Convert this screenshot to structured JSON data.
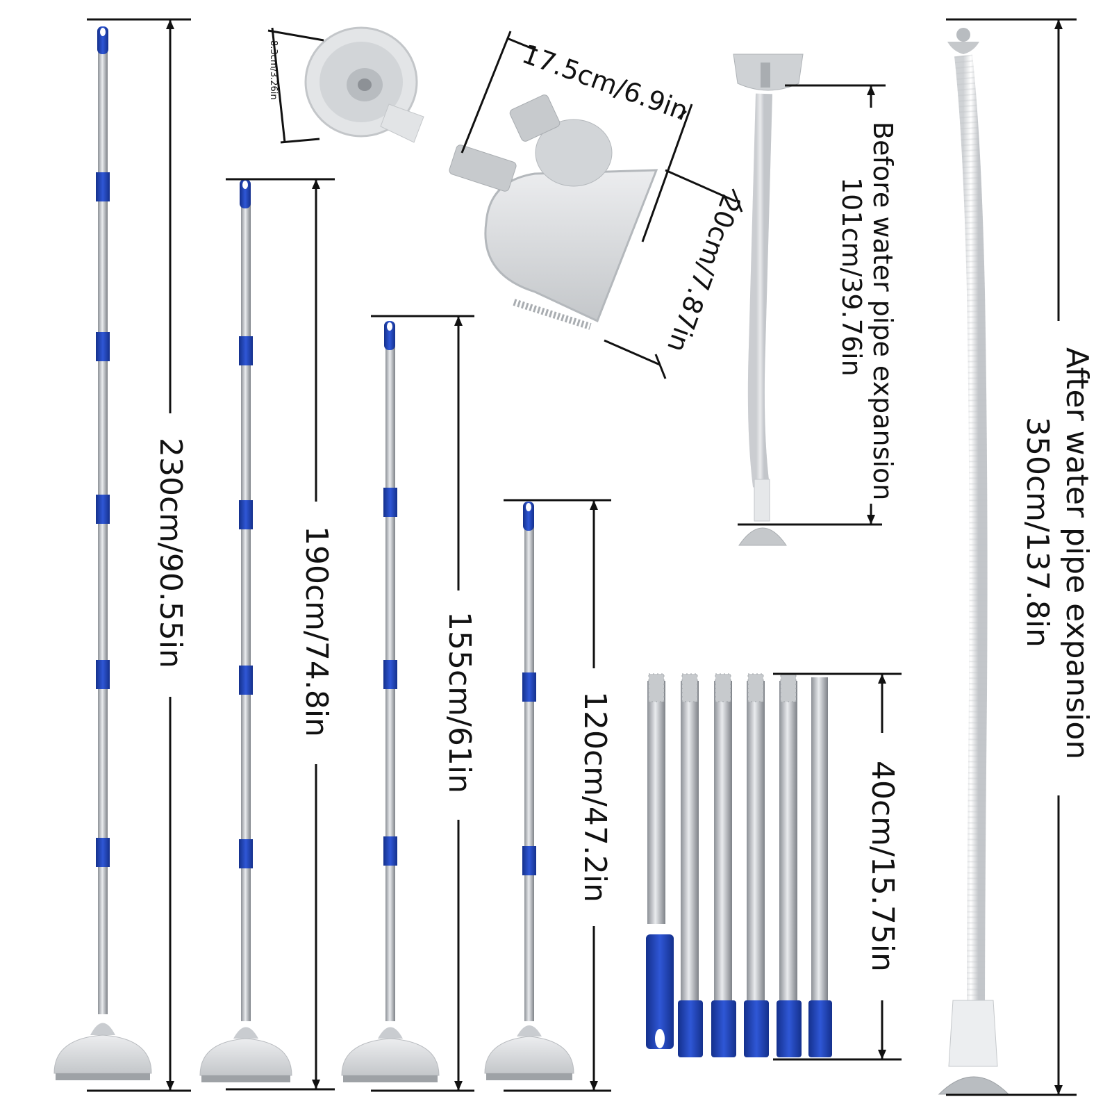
{
  "labels": {
    "pole_230": "230cm/90.55in",
    "pole_190": "190cm/74.8in",
    "pole_155": "155cm/61in",
    "pole_120": "120cm/47.2in",
    "segment_40": "40cm/15.75in",
    "connector_dia": "8.3cm/3.26in",
    "head_width": "17.5cm/6.9in",
    "head_depth": "20cm/7.87in",
    "pipe_before_line1": "Before water pipe expansion",
    "pipe_before_line2": "101cm/39.76in",
    "pipe_after_line1": "After water pipe expansion",
    "pipe_after_line2": "350cm/137.8in"
  },
  "colors": {
    "pole_blue": "#1e3fb0",
    "steel": "#b9bcc0",
    "head_gray": "#d9dbdd",
    "line": "#111111"
  }
}
